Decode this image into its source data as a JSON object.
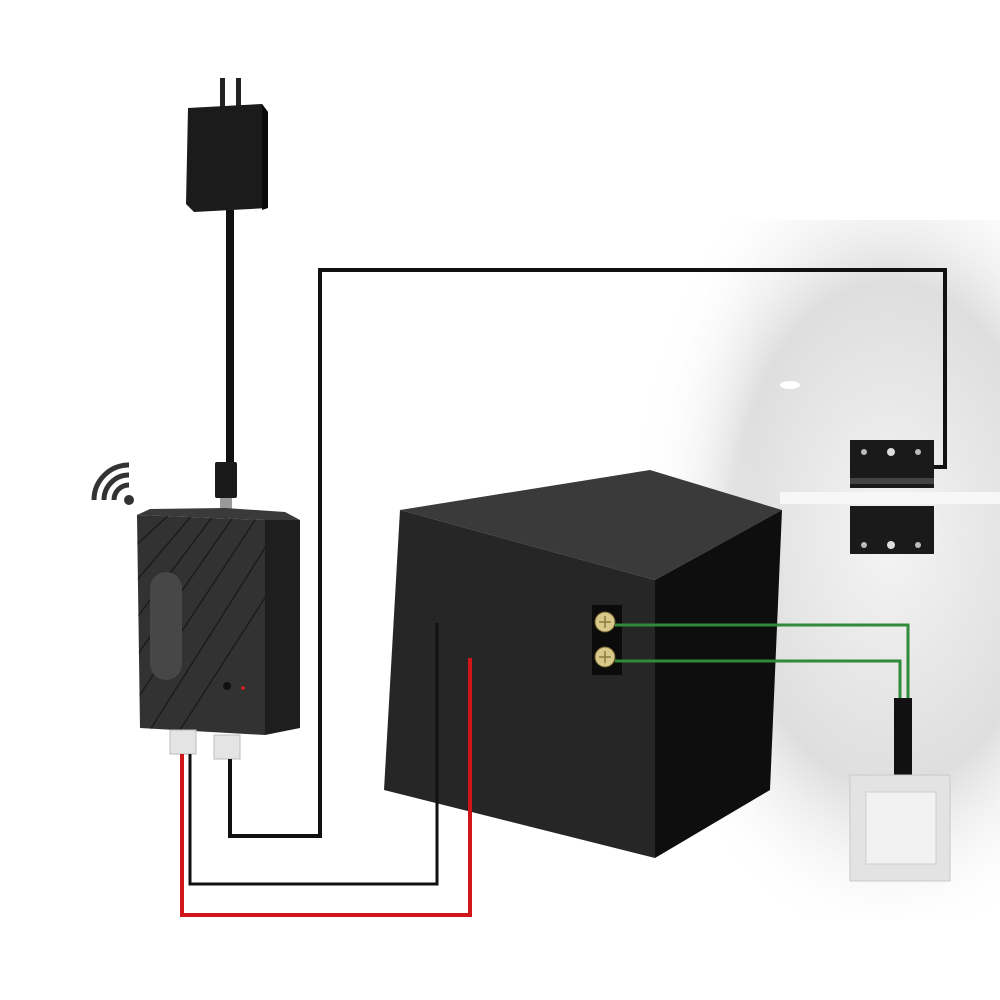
{
  "diagram": {
    "title": "",
    "colors": {
      "background": "#ffffff",
      "wall_shade": "#d9d9d9",
      "device_body": "#2e2e2e",
      "opener_top": "#3a3a3a",
      "opener_front": "#262626",
      "opener_side": "#0e0e0e",
      "wire_black": "#111111",
      "wire_red": "#d0161b",
      "wire_green": "#2f8a3a",
      "terminal_screw": "#d8c98a",
      "wall_switch": "#e6e6e6",
      "led": "#e0201e"
    },
    "components": [
      {
        "name": "usb-power-adapter",
        "icon": "power-plug-icon"
      },
      {
        "name": "wifi-signal",
        "icon": "wifi-icon"
      },
      {
        "name": "smart-garage-controller",
        "icon": "controller-icon"
      },
      {
        "name": "garage-door-opener",
        "icon": "opener-box-icon"
      },
      {
        "name": "magnetic-door-sensor",
        "icon": "magnet-sensor-icon"
      },
      {
        "name": "wall-push-button",
        "icon": "wall-switch-icon"
      }
    ]
  }
}
